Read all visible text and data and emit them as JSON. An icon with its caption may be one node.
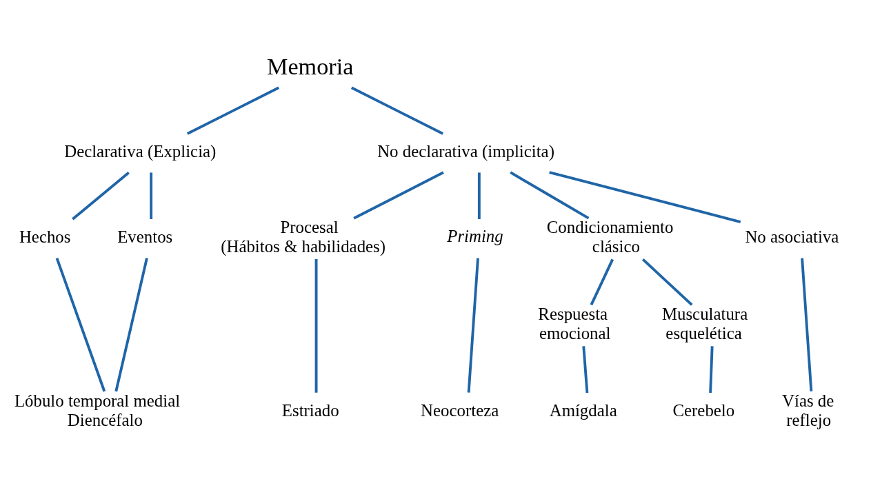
{
  "diagram": {
    "nodes": [
      {
        "text": [
          "Memoria"
        ]
      },
      {
        "text": [
          "Declarativa (Explicia)"
        ]
      },
      {
        "text": [
          "No declarativa (implicita)"
        ]
      },
      {
        "text": [
          "Hechos"
        ]
      },
      {
        "text": [
          "Eventos"
        ]
      },
      {
        "text": [
          "Lóbulo temporal medial Diencéfalo"
        ]
      },
      {
        "text": [
          "Procesal (Hábitos & habilidades)"
        ]
      },
      {
        "text": [
          "Priming"
        ]
      },
      {
        "text": [
          "Condicionamiento clásico"
        ]
      },
      {
        "text": [
          "No asociativa"
        ]
      },
      {
        "text": [
          "Respuesta emocional"
        ]
      },
      {
        "text": [
          "Musculatura esquelética"
        ]
      },
      {
        "text": [
          "Estriado"
        ]
      },
      {
        "text": [
          "Neocorteza"
        ]
      },
      {
        "text": [
          "Amígdala"
        ]
      },
      {
        "text": [
          "Cerebelo"
        ]
      },
      {
        "text": [
          "Vías de reflejo"
        ]
      }
    ],
    "edges": [
      {
        "from": 0,
        "to": 1,
        "arrow": "none"
      },
      {
        "from": 0,
        "to": 2,
        "arrow": "none"
      },
      {
        "from": 1,
        "to": 3,
        "arrow": "none"
      },
      {
        "from": 1,
        "to": 4,
        "arrow": "none"
      },
      {
        "from": 3,
        "to": 5,
        "arrow": "none"
      },
      {
        "from": 4,
        "to": 5,
        "arrow": "none"
      },
      {
        "from": 2,
        "to": 6,
        "arrow": "none"
      },
      {
        "from": 2,
        "to": 7,
        "arrow": "none"
      },
      {
        "from": 2,
        "to": 8,
        "arrow": "none"
      },
      {
        "from": 2,
        "to": 9,
        "arrow": "none"
      },
      {
        "from": 6,
        "to": 12,
        "arrow": "none"
      },
      {
        "from": 7,
        "to": 13,
        "arrow": "none"
      },
      {
        "from": 8,
        "to": 10,
        "arrow": "none"
      },
      {
        "from": 8,
        "to": 11,
        "arrow": "none"
      },
      {
        "from": 10,
        "to": 14,
        "arrow": "none"
      },
      {
        "from": 11,
        "to": 15,
        "arrow": "none"
      },
      {
        "from": 9,
        "to": 16,
        "arrow": "none"
      }
    ]
  }
}
